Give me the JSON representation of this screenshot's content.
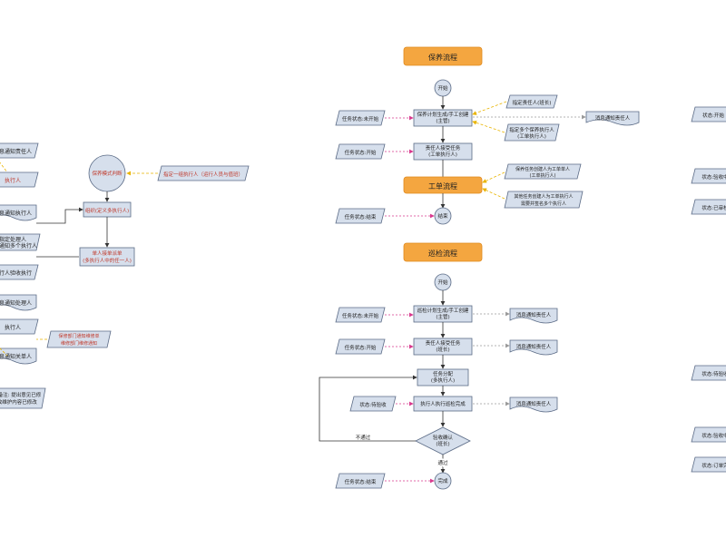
{
  "colors": {
    "box_fill": "#d6dfec",
    "box_stroke": "#5b6b86",
    "banner_fill": "#f4a640",
    "banner_stroke": "#e08a1e",
    "arrow_solid": "#333333",
    "arrow_pink": "#d9398f",
    "arrow_gray": "#9a9a9a",
    "arrow_yellow": "#e9b400",
    "text": "#222222",
    "text_red": "#c0392b"
  },
  "banners": {
    "maintenance": "保养流程",
    "workorder": "工单流程",
    "inspection": "巡检流程"
  },
  "maintenance": {
    "start": "开始",
    "create_task": [
      "保养计划生成/手工创建",
      "(主管)"
    ],
    "assign_task": [
      "责任人接受任务",
      "(工单执行人)"
    ],
    "end": "结束",
    "left_status": [
      "任务状态:未开始",
      "任务状态:开始",
      "任务状态:结束"
    ],
    "right_notes": [
      "指定责任人(班长)",
      "指定多个保养执行人",
      "(工单执行人)",
      "消息通知责任人"
    ],
    "workorder_notes": [
      "保养任务创建人为工单单人",
      "(工单执行人)",
      "其他任务创建人为工单执行人",
      "需要并签名多个执行人"
    ]
  },
  "inspection": {
    "start": "开始",
    "create_task": [
      "巡检计划生成/手工创建",
      "(主管)"
    ],
    "assign_task": [
      "责任人接受任务",
      "(班长)"
    ],
    "dispatch": [
      "任务分配",
      "(多执行人)"
    ],
    "execute": "执行人执行巡检完成",
    "accept": [
      "验收确认",
      "(班长)"
    ],
    "complete": "完成",
    "reject_label": "不通过",
    "pass_label": "通过",
    "left_status": [
      "任务状态:未开始",
      "任务状态:开始",
      "状态:待验收",
      "任务状态:结束"
    ],
    "right_notes": [
      "消息通知责任人",
      "消息通知责任人",
      "消息通知责任人"
    ]
  },
  "left_flow": {
    "circle": "保养模式判断",
    "box1": "组织(定义多执行人)",
    "box2": [
      "单人接单派单",
      "(多执行人中的任一人)"
    ],
    "note_top": "指定一组执行人（运行人员与值班）",
    "note_red": [
      "保修部门通知维修单",
      "维修部门维修通知"
    ],
    "left_items": [
      "消息通知责任人",
      "执行人",
      "消息通知执行人",
      "指定处理人",
      "消息通知多个执行人",
      "执行人验收执行",
      "消息通知处理人",
      "执行人",
      "消息通知关单人",
      "完成备注: 提出意见已修",
      "修改维护内容已修改"
    ]
  },
  "right_flow": {
    "items": [
      "状态:开始",
      "状态:验收中",
      "状态:已审核",
      "状态:待验收",
      "状态:验收中",
      "状态:订单完"
    ]
  }
}
